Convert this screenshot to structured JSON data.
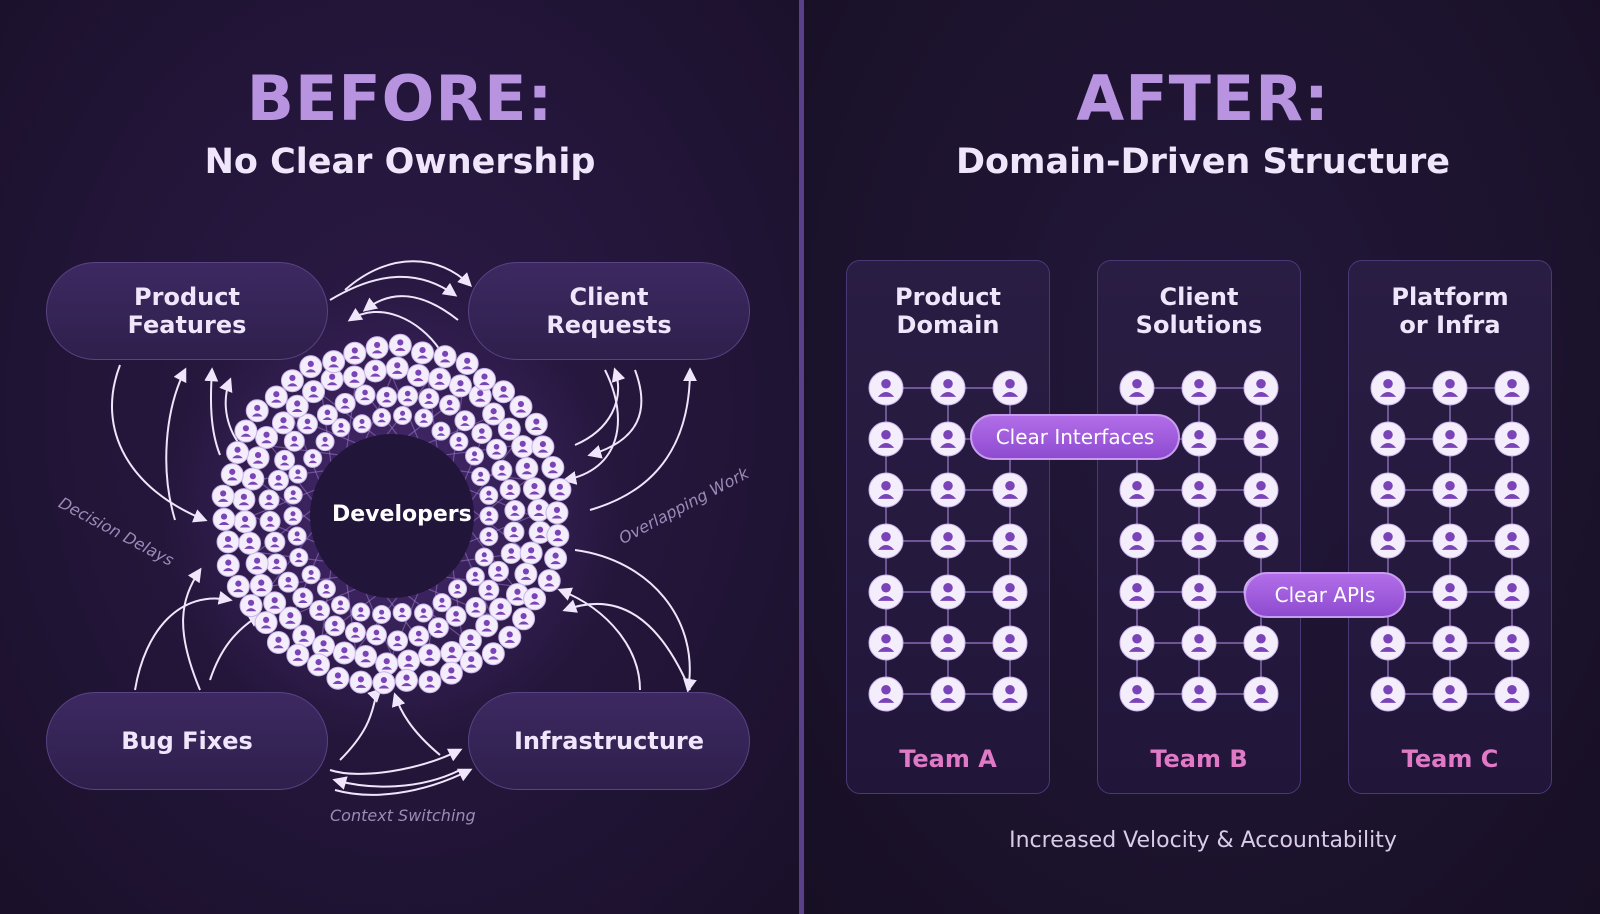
{
  "before": {
    "heading": "BEFORE:",
    "subheading": "No Clear Ownership",
    "center_label": "Developers",
    "nodes": {
      "top_left": "Product\nFeatures",
      "top_right": "Client\nRequests",
      "bottom_left": "Bug Fixes",
      "bottom_right": "Infrastructure"
    },
    "edge_labels": {
      "left": "Decision Delays",
      "right": "Overlapping Work",
      "bottom": "Context Switching"
    }
  },
  "after": {
    "heading": "AFTER:",
    "subheading": "Domain-Driven Structure",
    "teams": [
      {
        "title": "Product\nDomain",
        "name": "Team A",
        "members_rows": 7,
        "members_cols": 3
      },
      {
        "title": "Client\nSolutions",
        "name": "Team B",
        "members_rows": 7,
        "members_cols": 3
      },
      {
        "title": "Platform\nor Infra",
        "name": "Team C",
        "members_rows": 7,
        "members_cols": 3
      }
    ],
    "interfaces": {
      "a_b": "Clear Interfaces",
      "b_c": "Clear APIs"
    },
    "footer": "Increased Velocity & Accountability"
  },
  "colors": {
    "accent_heading": "#b793e0",
    "team_name": "#e07ac6",
    "interface_pill": "#a05ddf",
    "divider": "#5a3f8a"
  },
  "icons": [
    "person-icon",
    "arrow-icon"
  ]
}
